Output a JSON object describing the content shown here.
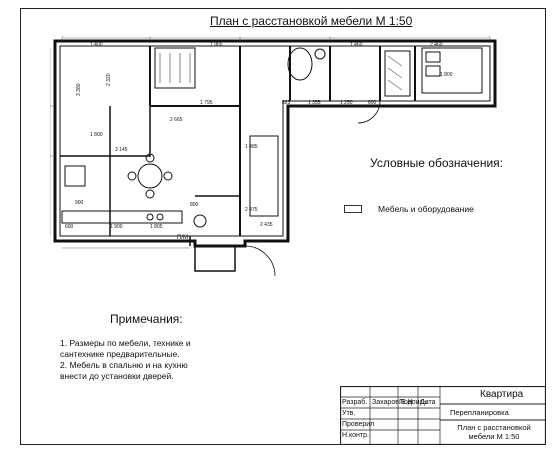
{
  "title": "План с расстановкой мебели М 1:50",
  "legend": {
    "heading": "Условные обозначения:",
    "items": [
      {
        "label": "Мебель и оборудование"
      }
    ]
  },
  "notes": {
    "heading": "Примечания:",
    "lines": [
      "1. Размеры по мебели, технике и",
      "сантехнике предварительные.",
      "2. Мебель в спальню и на кухню",
      "внести до установки дверей."
    ]
  },
  "stamp": {
    "row_labels": [
      "Разраб.",
      "Проверил",
      "Н.контр.",
      "Утв."
    ],
    "col_labels": [
      "Подпись",
      "Дата"
    ],
    "developer": "Захаров Е.Н.",
    "project": "Квартира",
    "subtitle": "Перепланировка",
    "sheet_name": "План с расстановкой мебели М 1:50"
  },
  "plan": {
    "dims_top": [
      "1 400",
      "1 965",
      "1 460",
      "2 460"
    ],
    "dims_mid": [
      "1 795",
      "2 665",
      "823",
      "1 355",
      "1 250",
      "600",
      "1 800"
    ],
    "dims_left": [
      "3 380",
      "2 320",
      "1 800",
      "3 145",
      "900"
    ],
    "dims_bottom": [
      "600",
      "1 900",
      "1 805",
      "800",
      "2 475",
      "2 435",
      "1 485"
    ],
    "room_tag": "П/М"
  }
}
